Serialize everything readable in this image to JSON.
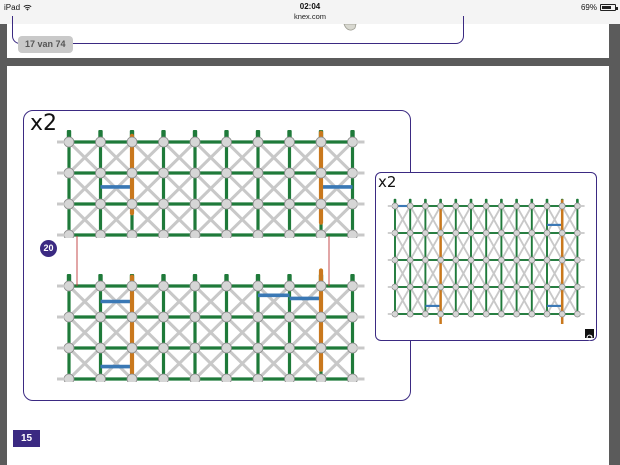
{
  "status_bar": {
    "device": "iPad",
    "time": "02:04",
    "url": "knex.com",
    "battery_percent": "69%",
    "battery_level": 0.69
  },
  "previous_page": {
    "page_counter": "17 van 74"
  },
  "instruction_page": {
    "main_panel": {
      "quantity": "x2",
      "step_number": "20"
    },
    "inset_panel": {
      "quantity": "x2"
    },
    "page_number": "15"
  },
  "colors": {
    "frame": "#3b2a82",
    "connector_green": "#1f7a3a",
    "rod_orange": "#c9781d",
    "rod_blue": "#3a78b5",
    "connector_grey": "#d6d6d6"
  },
  "icons": {
    "wifi": "wifi-icon",
    "battery": "battery-icon",
    "rotate": "rotate-view-icon"
  }
}
